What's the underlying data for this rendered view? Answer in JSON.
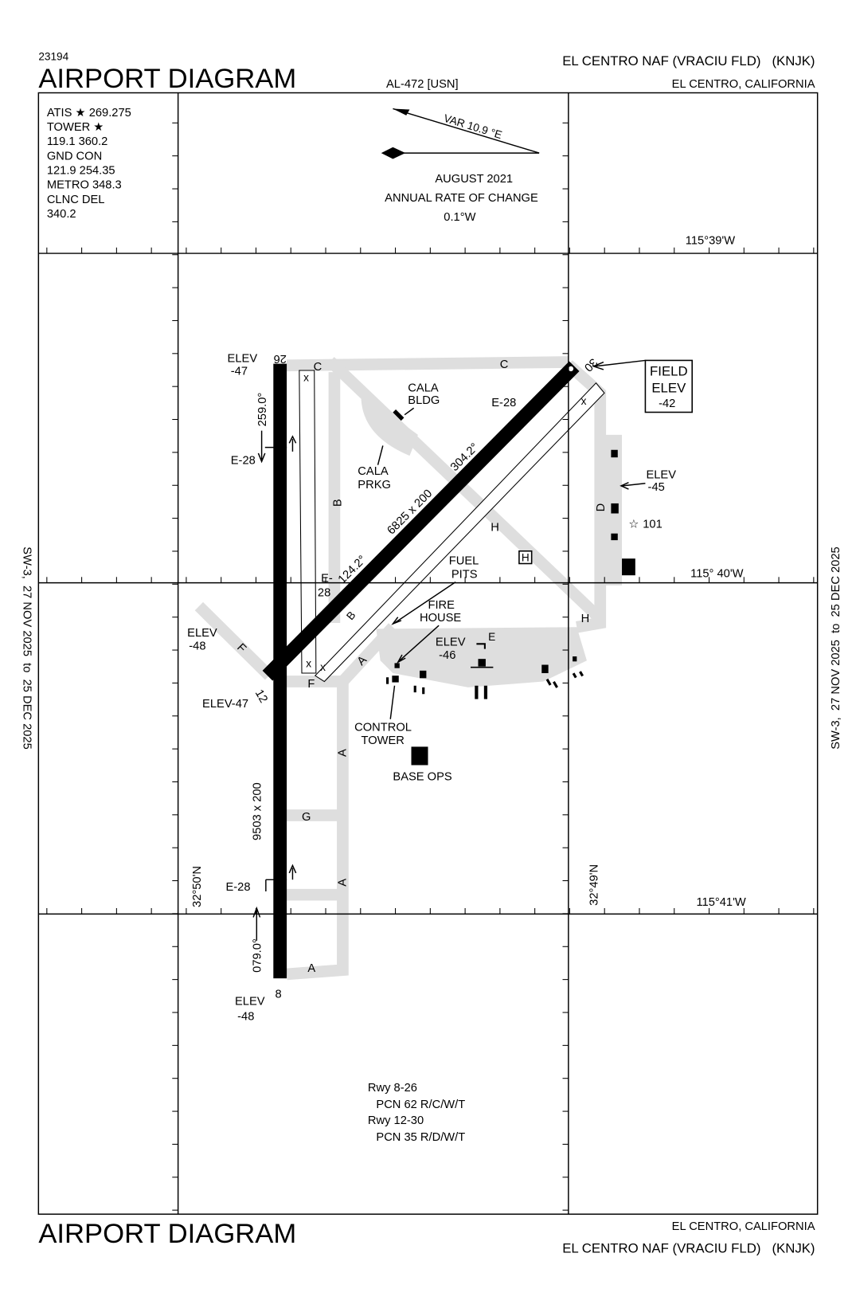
{
  "header": {
    "chart_number": "23194",
    "title": "AIRPORT DIAGRAM",
    "procedure_id": "AL-472 [USN]",
    "airport": "EL CENTRO NAF (VRACIU FLD)   (KNJK)",
    "city": "EL CENTRO, CALIFORNIA"
  },
  "frequencies": [
    "ATIS ★  269.275",
    "TOWER ★",
    "119.1  360.2",
    "GND CON",
    "121.9  254.35",
    "METRO  348.3",
    "CLNC DEL",
    "340.2"
  ],
  "magvar": {
    "var": "VAR 10.9 °E",
    "date": "AUGUST 2021",
    "rate_label": "ANNUAL RATE OF CHANGE",
    "rate": "0.1°W"
  },
  "coordinates": {
    "lon_top": "115°39'W",
    "lon_mid": "115° 40'W",
    "lon_bottom": "115°41'W",
    "lat_left": "32°50'N",
    "lat_right": "32°49'N"
  },
  "validity": "SW-3,  27 NOV 2025  to  25 DEC 2025",
  "runways": {
    "rwy26": "26",
    "rwy8": "8",
    "rwy12": "12",
    "rwy30": "30",
    "hdg_259": "259.0°",
    "hdg_079": "079.0°",
    "dims_8_26": "9503 x 200",
    "hdg_124": "124.2°",
    "dims_12_30": "6825 x 200",
    "hdg_304": "304.2°"
  },
  "elevations": {
    "field_label_1": "FIELD",
    "field_label_2": "ELEV",
    "field": "-42",
    "elev_label": "ELEV",
    "rwy26": "-47",
    "rwy8": "-48",
    "rwy12_left": "-48",
    "rwy12": "ELEV-47",
    "apron": "-46",
    "east": "-45"
  },
  "arresting_gear": "E-28",
  "arresting_gear_split": [
    "E-",
    "28"
  ],
  "taxiways": {
    "A": "A",
    "B": "B",
    "C": "C",
    "D": "D",
    "E": "E",
    "F": "F",
    "G": "G",
    "H": "H"
  },
  "closed_mark": "x",
  "helipad": "H",
  "buildings": {
    "cala_bldg": [
      "CALA",
      "BLDG"
    ],
    "cala_prkg": [
      "CALA",
      "PRKG"
    ],
    "fuel_pits": [
      "FUEL",
      "PITS"
    ],
    "fire_house": [
      "FIRE",
      "HOUSE"
    ],
    "control_tower": [
      "CONTROL",
      "TOWER"
    ],
    "base_ops": "BASE OPS",
    "beacon": "101"
  },
  "pcn": [
    "Rwy 8-26",
    "PCN 62 R/C/W/T",
    "Rwy 12-30",
    "PCN 35 R/D/W/T"
  ],
  "colors": {
    "taxiway": "#dedede",
    "runway": "#000000"
  }
}
